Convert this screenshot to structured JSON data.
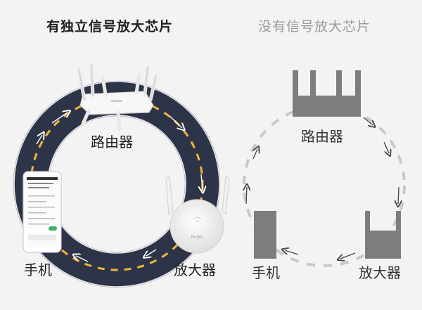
{
  "left_panel": {
    "title": "有独立信号放大芯片",
    "labels": {
      "router": "路由器",
      "phone": "手机",
      "amplifier": "放大器"
    },
    "amplifier_logo": "Ruijie"
  },
  "right_panel": {
    "title": "没有信号放大芯片",
    "labels": {
      "router": "路由器",
      "phone": "手机",
      "amplifier": "放大器"
    }
  },
  "colors": {
    "background": "#f3f3f3",
    "road": "#2e3447",
    "lane_dash": "#f0b53a",
    "road_edge": "#ffffff",
    "device_gray": "#7d7d7d",
    "dashed_ring": "#c9c9c9"
  }
}
